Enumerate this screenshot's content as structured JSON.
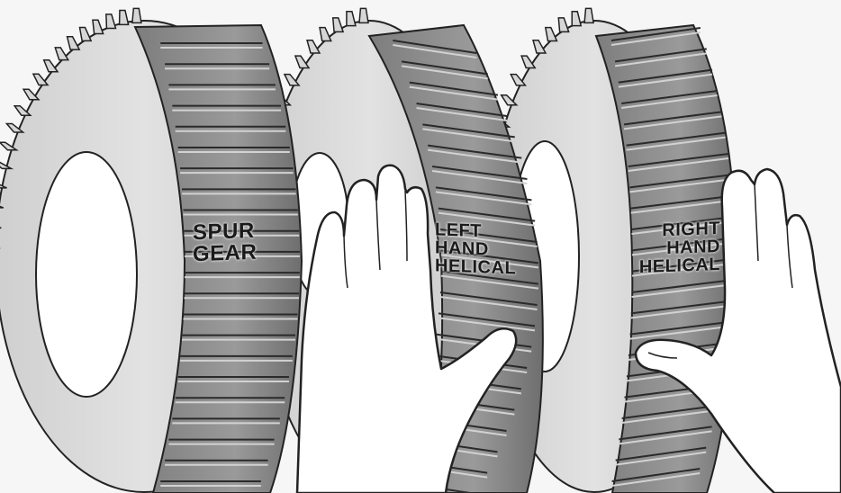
{
  "labels": {
    "spur": [
      "SPUR",
      "GEAR"
    ],
    "left_helical": [
      "LEFT",
      "HAND",
      "HELICAL"
    ],
    "right_helical": [
      "RIGHT",
      "HAND",
      "HELICAL"
    ]
  },
  "colors": {
    "background": "#f6f6f6",
    "gear_body": "#d8d8d8",
    "tooth_face": "#8c8c8c",
    "tooth_highlight": "#c9c9c9",
    "outline": "#222222",
    "hand_fill": "#ffffff"
  }
}
